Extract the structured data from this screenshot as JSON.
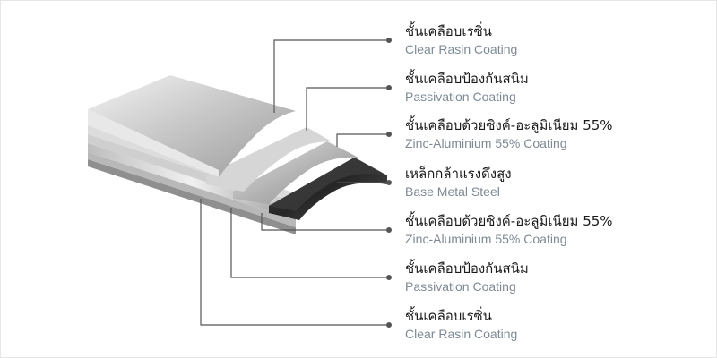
{
  "layers": [
    {
      "th": "ชั้นเคลือบเรซิ่น",
      "en": "Clear Rasin Coating"
    },
    {
      "th": "ชั้นเคลือบป้องกันสนิม",
      "en": "Passivation Coating"
    },
    {
      "th": "ชั้นเคลือบด้วยซิงค์-อะลูมิเนียม 55%",
      "en": "Zinc-Aluminium 55% Coating"
    },
    {
      "th": "เหล็กกล้าแรงดึงสูง",
      "en": "Base Metal Steel"
    },
    {
      "th": "ชั้นเคลือบด้วยซิงค์-อะลูมิเนียม 55%",
      "en": "Zinc-Aluminium 55% Coating"
    },
    {
      "th": "ชั้นเคลือบป้องกันสนิม",
      "en": "Passivation Coating"
    },
    {
      "th": "ชั้นเคลือบเรซิ่น",
      "en": "Clear Rasin Coating"
    }
  ],
  "colors": {
    "leader_line": "#555555",
    "thai_text": "#1a1a1a",
    "english_text": "#7d8a96",
    "base_steel_dark": "#2e2e2e"
  }
}
